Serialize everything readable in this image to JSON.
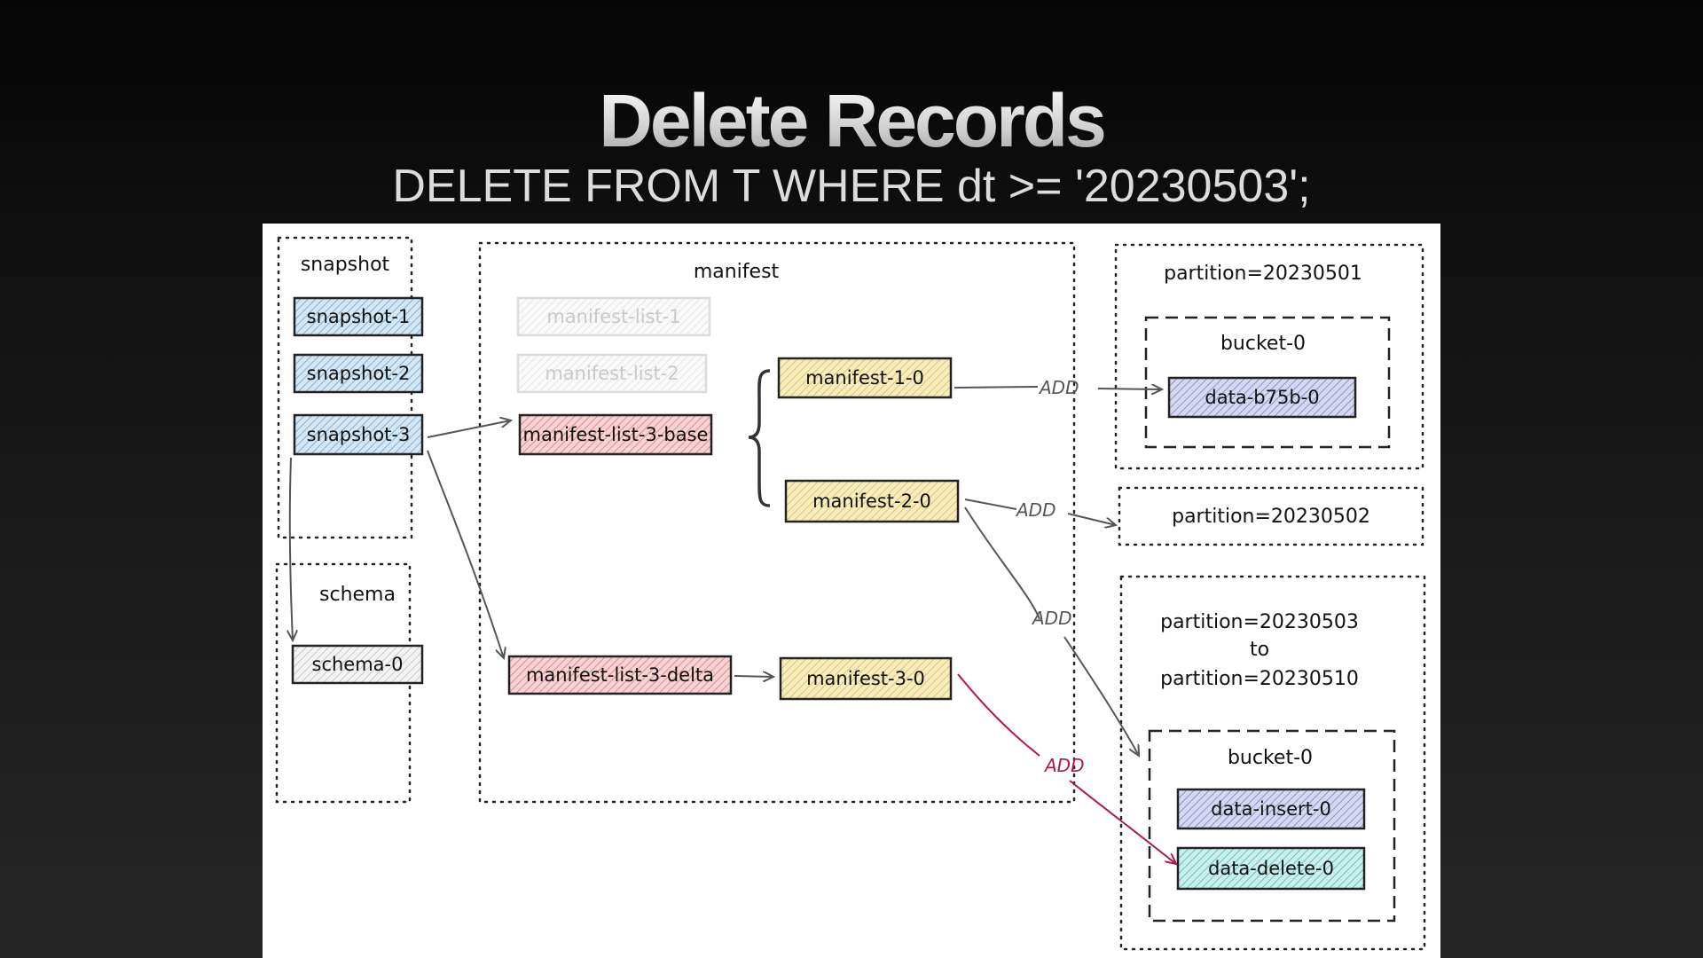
{
  "slide": {
    "title": "Delete Records",
    "subtitle": "DELETE FROM T WHERE dt >= '20230503';"
  },
  "diagram": {
    "groups": {
      "snapshot": "snapshot",
      "schema": "schema",
      "manifest": "manifest",
      "partition1": "partition=20230501",
      "partition1_bucket": "bucket-0",
      "partition2": "partition=20230502",
      "partition3_line1": "partition=20230503",
      "partition3_line2": "to",
      "partition3_line3": "partition=20230510",
      "partition3_bucket": "bucket-0"
    },
    "nodes": {
      "snapshot_1": "snapshot-1",
      "snapshot_2": "snapshot-2",
      "snapshot_3": "snapshot-3",
      "schema_0": "schema-0",
      "manifest_list_1": "manifest-list-1",
      "manifest_list_2": "manifest-list-2",
      "manifest_list_3_base": "manifest-list-3-base",
      "manifest_list_3_delta": "manifest-list-3-delta",
      "manifest_1_0": "manifest-1-0",
      "manifest_2_0": "manifest-2-0",
      "manifest_3_0": "manifest-3-0",
      "data_b75b_0": "data-b75b-0",
      "data_insert_0": "data-insert-0",
      "data_delete_0": "data-delete-0"
    },
    "edge_labels": {
      "add_1": "ADD",
      "add_2": "ADD",
      "add_3": "ADD",
      "add_4": "ADD"
    },
    "colors": {
      "snapshot_fill": "#a9cbe6",
      "schema_fill": "#e3e3e3",
      "manifest_list_fill": "#eba8ad",
      "manifest_fill": "#f1dc86",
      "data_fill": "#a7abdc",
      "delete_fill": "#8fd8d2",
      "add_highlight": "#b0174a"
    }
  }
}
